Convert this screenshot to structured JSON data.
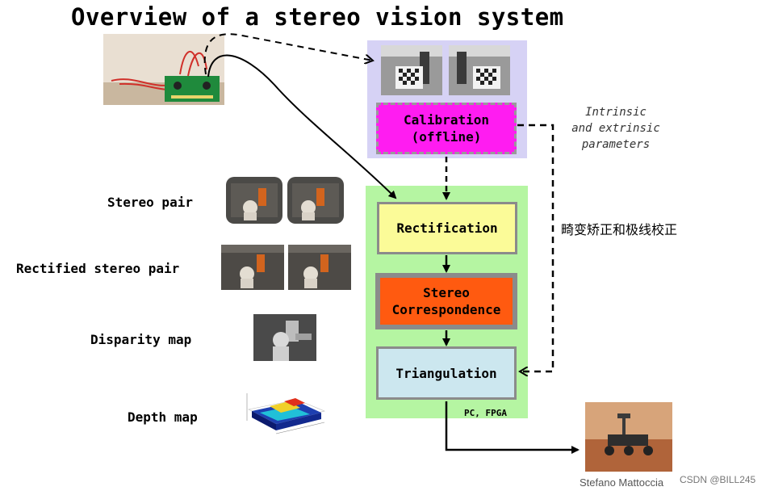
{
  "title": "Overview of a stereo vision system",
  "left_labels": {
    "stereo_pair": "Stereo pair",
    "rectified_stereo_pair": "Rectified stereo pair",
    "disparity_map": "Disparity map",
    "depth_map": "Depth map"
  },
  "boxes": {
    "calibration": "Calibration\n(offline)",
    "rectification": "Rectification",
    "stereo_correspondence": "Stereo\nCorrespondence",
    "triangulation": "Triangulation"
  },
  "side_note": "Intrinsic\nand extrinsic\nparameters",
  "chinese_note": "畸变矫正和极线校正",
  "platform_note": "PC, FPGA",
  "author": "Stefano Mattoccia",
  "watermark": "CSDN @BILL245",
  "colors": {
    "calibration_panel": "#d6d2f5",
    "processing_panel": "#b5f5a2",
    "calibration_box": "#ff1cf1",
    "rectification_box": "#fbfb98",
    "stereo_box": "#ff5a10",
    "triangulation_box": "#cce7ef"
  }
}
